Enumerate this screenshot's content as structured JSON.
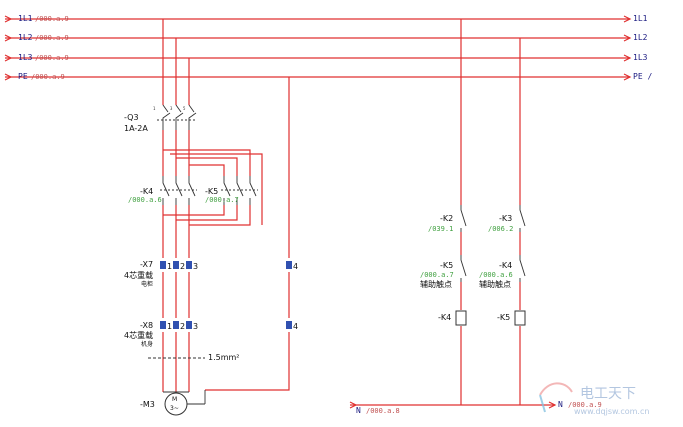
{
  "buses": [
    {
      "id": "l1",
      "label": "1L1",
      "ref": "/000.a.9",
      "right": "1L1"
    },
    {
      "id": "l2",
      "label": "1L2",
      "ref": "/000.a.9",
      "right": "1L2"
    },
    {
      "id": "l3",
      "label": "1L3",
      "ref": "/000.a.9",
      "right": "1L3"
    },
    {
      "id": "pe",
      "label": "PE",
      "ref": "/000.a.9",
      "right": "PE /"
    }
  ],
  "components": {
    "q3": {
      "tag": "-Q3",
      "rating": "1A-2A"
    },
    "k4_main": {
      "tag": "-K4",
      "ref": "/000.a.6"
    },
    "k5_main": {
      "tag": "-K5",
      "ref": "/000.a.7"
    },
    "x7": {
      "tag": "-X7",
      "desc": "4芯重载",
      "sub": "电柜",
      "pins": [
        "1",
        "2",
        "3",
        "4"
      ]
    },
    "x8": {
      "tag": "-X8",
      "desc": "4芯重载",
      "sub": "机身",
      "pins": [
        "1",
        "2",
        "3",
        "4"
      ]
    },
    "cable": {
      "size": "1.5mm²"
    },
    "motor": {
      "tag": "-M3",
      "symbol_top": "M",
      "symbol_bottom": "3~"
    }
  },
  "control": {
    "col1": {
      "k2": {
        "tag": "-K2",
        "ref": "/039.1"
      },
      "k5": {
        "tag": "-K5",
        "ref": "/000.a.7",
        "note": "辅助触点"
      },
      "coil": {
        "tag": "-K4"
      }
    },
    "col2": {
      "k3": {
        "tag": "-K3",
        "ref": "/006.2"
      },
      "k4": {
        "tag": "-K4",
        "ref": "/000.a.6",
        "note": "辅助触点"
      },
      "coil": {
        "tag": "-K5"
      }
    }
  },
  "neutral": {
    "left_label": "N",
    "left_ref": "/000.a.8",
    "right_label": "N",
    "right_ref": "/000.a.9"
  },
  "watermark": {
    "text": "电工天下",
    "url": "www.dqjsw.com.cn"
  },
  "colors": {
    "wire": "#e03030",
    "label": "#1a1a80",
    "ref": "#40a040"
  }
}
